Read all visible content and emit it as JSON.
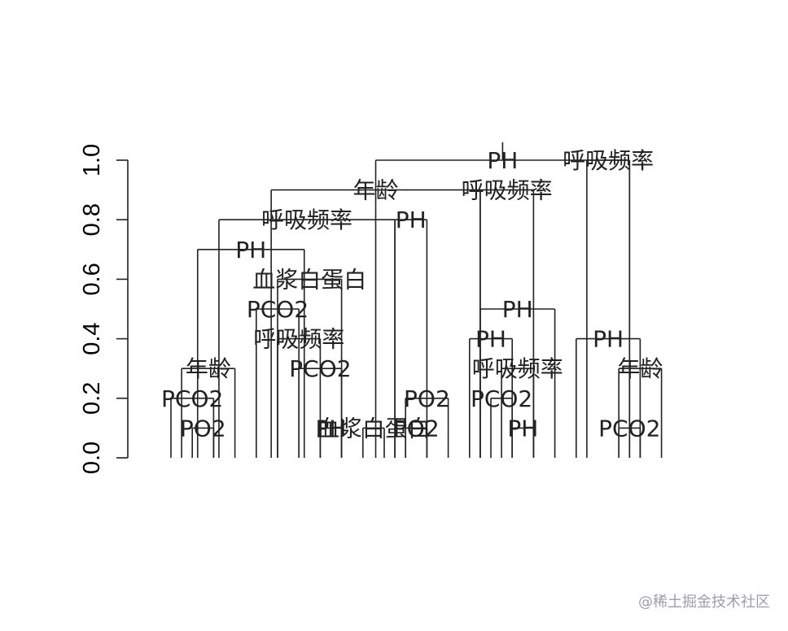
{
  "chart_data": {
    "type": "dendrogram",
    "title": "",
    "xlabel": "",
    "ylabel": "",
    "ylim": [
      0,
      1.0
    ],
    "y_ticks": [
      "0.0",
      "0.2",
      "0.4",
      "0.6",
      "0.8",
      "1.0"
    ],
    "y_tick_values": [
      0.0,
      0.2,
      0.4,
      0.6,
      0.8,
      1.0
    ],
    "leaf_count": 24,
    "splits": [
      {
        "label": "PH",
        "height": 1.0,
        "left_leaf": 10.6,
        "right_leaf": 22.5,
        "top_stub": 0.06
      },
      {
        "label": "年龄",
        "height": 0.9,
        "left_leaf": 5.7,
        "right_leaf": 15.5
      },
      {
        "label": "呼吸频率",
        "height": 0.8,
        "left_leaf": 3.25,
        "right_leaf": 11.5
      },
      {
        "label": "PH",
        "height": 0.7,
        "left_leaf": 2.25,
        "right_leaf": 7.25
      },
      {
        "label": "年龄",
        "height": 0.3,
        "left_leaf": 1.5,
        "right_leaf": 4
      },
      {
        "label": "PCO2",
        "height": 0.2,
        "left_leaf": 1,
        "right_leaf": 3
      },
      {
        "label": "PO2",
        "height": 0.1,
        "left_leaf": 2,
        "right_leaf": 3
      },
      {
        "label": "血浆白蛋白",
        "height": 0.6,
        "left_leaf": 6,
        "right_leaf": 9
      },
      {
        "label": "PCO2",
        "height": 0.5,
        "left_leaf": 5,
        "right_leaf": 7
      },
      {
        "label": "呼吸频率",
        "height": 0.4,
        "left_leaf": 6,
        "right_leaf": 8
      },
      {
        "label": "PCO2",
        "height": 0.3,
        "left_leaf": 7,
        "right_leaf": 9
      },
      {
        "label": "PH",
        "height": 0.1,
        "left_leaf": 8,
        "right_leaf": 9
      },
      {
        "label": "血浆白蛋白",
        "height": 0.1,
        "left_leaf": 10,
        "right_leaf": 11
      },
      {
        "label": "PH",
        "height": 0.8,
        "left_leaf": 11.5,
        "right_leaf": 13
      },
      {
        "label": "PO2",
        "height": 0.2,
        "left_leaf": 12,
        "right_leaf": 14
      },
      {
        "label": "PO2",
        "height": 0.1,
        "left_leaf": 12,
        "right_leaf": 13
      },
      {
        "label": "呼吸频率",
        "height": 0.9,
        "left_leaf": 15.5,
        "right_leaf": 18
      },
      {
        "label": "PH",
        "height": 0.5,
        "left_leaf": 15.5,
        "right_leaf": 19
      },
      {
        "label": "PH",
        "height": 0.4,
        "left_leaf": 15,
        "right_leaf": 17
      },
      {
        "label": "呼吸频率",
        "height": 0.3,
        "left_leaf": 16.5,
        "right_leaf": 18
      },
      {
        "label": "PCO2",
        "height": 0.2,
        "left_leaf": 16,
        "right_leaf": 17
      },
      {
        "label": "PH",
        "height": 0.1,
        "left_leaf": 17,
        "right_leaf": 18
      },
      {
        "label": "呼吸频率",
        "height": 1.0,
        "left_leaf": 20.5,
        "right_leaf": 22.5
      },
      {
        "label": "PH",
        "height": 0.4,
        "left_leaf": 20,
        "right_leaf": 23
      },
      {
        "label": "年龄",
        "height": 0.3,
        "left_leaf": 22,
        "right_leaf": 24
      },
      {
        "label": "PCO2",
        "height": 0.1,
        "left_leaf": 22,
        "right_leaf": 23
      }
    ]
  },
  "watermark": "@稀土掘金技术社区"
}
